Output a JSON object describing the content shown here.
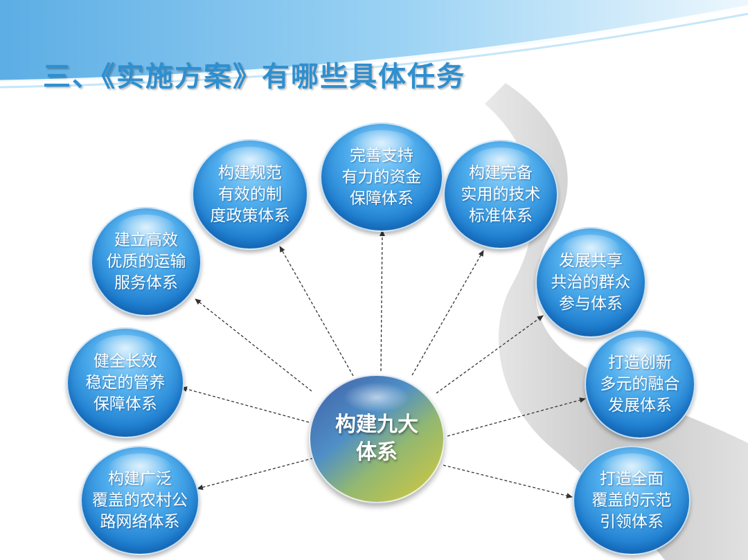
{
  "slide": {
    "title": "三、《实施方案》有哪些具体任务"
  },
  "diagram": {
    "center": {
      "line1": "构建九大",
      "line2": "体系"
    },
    "nodes": [
      {
        "id": "transport-service",
        "lines": [
          "建立高效",
          "优质的运输",
          "服务体系"
        ]
      },
      {
        "id": "policy",
        "lines": [
          "构建规范",
          "有效的制",
          "度政策体系"
        ]
      },
      {
        "id": "funding",
        "lines": [
          "完善支持",
          "有力的资金",
          "保障体系"
        ]
      },
      {
        "id": "technical-standard",
        "lines": [
          "构建完备",
          "实用的技术",
          "标准体系"
        ]
      },
      {
        "id": "public-participation",
        "lines": [
          "发展共享",
          "共治的群众",
          "参与体系"
        ]
      },
      {
        "id": "maintenance",
        "lines": [
          "健全长效",
          "稳定的管养",
          "保障体系"
        ]
      },
      {
        "id": "integration",
        "lines": [
          "打造创新",
          "多元的融合",
          "发展体系"
        ]
      },
      {
        "id": "rural-network",
        "lines": [
          "构建广泛",
          "覆盖的农村公",
          "路网络体系"
        ]
      },
      {
        "id": "demonstration",
        "lines": [
          "打造全面",
          "覆盖的示范",
          "引领体系"
        ]
      }
    ]
  },
  "colors": {
    "title": "#2e8fd0",
    "node_blue": "#1f7fd0",
    "link": "#333333"
  }
}
